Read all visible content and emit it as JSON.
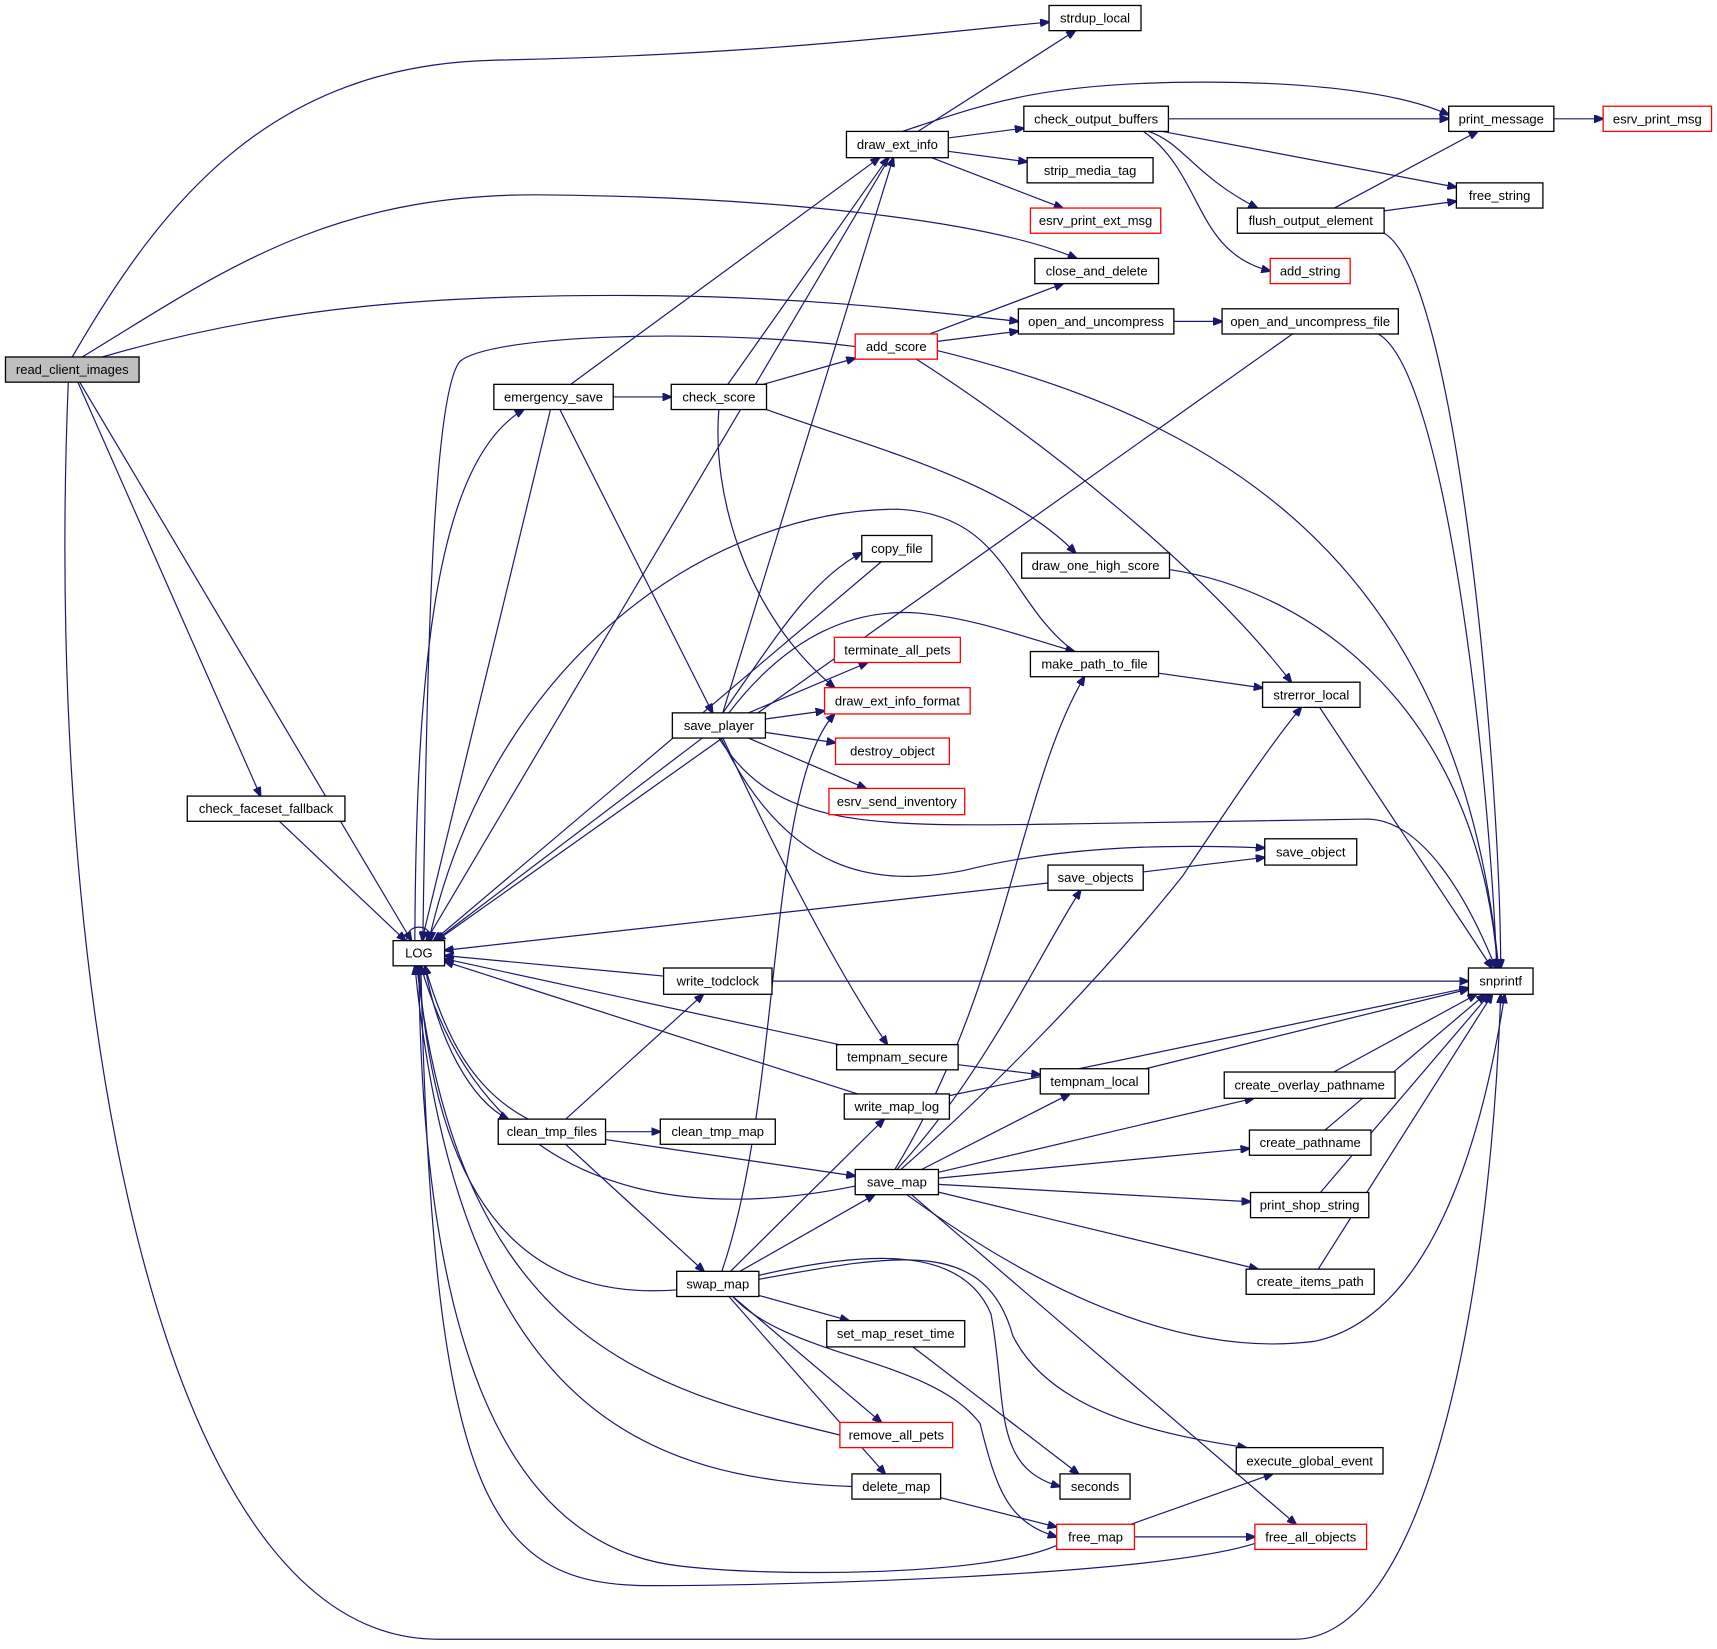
{
  "graph": {
    "type": "call-graph",
    "root": "read_client_images",
    "colors": {
      "edge": "#191970",
      "node_border": "#000000",
      "undocumented_border": "#ff0000",
      "root_fill": "#bfbfbf",
      "node_fill": "#ffffff"
    },
    "nodes": [
      {
        "id": "read_client_images",
        "label": "read_client_images",
        "style": "root"
      },
      {
        "id": "strdup_local",
        "label": "strdup_local",
        "style": "normal"
      },
      {
        "id": "draw_ext_info",
        "label": "draw_ext_info",
        "style": "normal"
      },
      {
        "id": "check_output_buffers",
        "label": "check_output_buffers",
        "style": "normal"
      },
      {
        "id": "print_message",
        "label": "print_message",
        "style": "normal"
      },
      {
        "id": "esrv_print_msg",
        "label": "esrv_print_msg",
        "style": "red"
      },
      {
        "id": "strip_media_tag",
        "label": "strip_media_tag",
        "style": "normal"
      },
      {
        "id": "esrv_print_ext_msg",
        "label": "esrv_print_ext_msg",
        "style": "red"
      },
      {
        "id": "free_string",
        "label": "free_string",
        "style": "normal"
      },
      {
        "id": "flush_output_element",
        "label": "flush_output_element",
        "style": "normal"
      },
      {
        "id": "add_string",
        "label": "add_string",
        "style": "red"
      },
      {
        "id": "close_and_delete",
        "label": "close_and_delete",
        "style": "normal"
      },
      {
        "id": "open_and_uncompress",
        "label": "open_and_uncompress",
        "style": "normal"
      },
      {
        "id": "open_and_uncompress_file",
        "label": "open_and_uncompress_file",
        "style": "normal"
      },
      {
        "id": "add_score",
        "label": "add_score",
        "style": "red"
      },
      {
        "id": "emergency_save",
        "label": "emergency_save",
        "style": "normal"
      },
      {
        "id": "check_score",
        "label": "check_score",
        "style": "normal"
      },
      {
        "id": "copy_file",
        "label": "copy_file",
        "style": "normal"
      },
      {
        "id": "draw_one_high_score",
        "label": "draw_one_high_score",
        "style": "normal"
      },
      {
        "id": "terminate_all_pets",
        "label": "terminate_all_pets",
        "style": "red"
      },
      {
        "id": "make_path_to_file",
        "label": "make_path_to_file",
        "style": "normal"
      },
      {
        "id": "draw_ext_info_format",
        "label": "draw_ext_info_format",
        "style": "red"
      },
      {
        "id": "strerror_local",
        "label": "strerror_local",
        "style": "normal"
      },
      {
        "id": "save_player",
        "label": "save_player",
        "style": "normal"
      },
      {
        "id": "destroy_object",
        "label": "destroy_object",
        "style": "red"
      },
      {
        "id": "esrv_send_inventory",
        "label": "esrv_send_inventory",
        "style": "red"
      },
      {
        "id": "check_faceset_fallback",
        "label": "check_faceset_fallback",
        "style": "normal"
      },
      {
        "id": "save_object",
        "label": "save_object",
        "style": "normal"
      },
      {
        "id": "save_objects",
        "label": "save_objects",
        "style": "normal"
      },
      {
        "id": "LOG",
        "label": "LOG",
        "style": "normal"
      },
      {
        "id": "snprintf",
        "label": "snprintf",
        "style": "normal"
      },
      {
        "id": "write_todclock",
        "label": "write_todclock",
        "style": "normal"
      },
      {
        "id": "tempnam_secure",
        "label": "tempnam_secure",
        "style": "normal"
      },
      {
        "id": "tempnam_local",
        "label": "tempnam_local",
        "style": "normal"
      },
      {
        "id": "create_overlay_pathname",
        "label": "create_overlay_pathname",
        "style": "normal"
      },
      {
        "id": "write_map_log",
        "label": "write_map_log",
        "style": "normal"
      },
      {
        "id": "clean_tmp_files",
        "label": "clean_tmp_files",
        "style": "normal"
      },
      {
        "id": "clean_tmp_map",
        "label": "clean_tmp_map",
        "style": "normal"
      },
      {
        "id": "create_pathname",
        "label": "create_pathname",
        "style": "normal"
      },
      {
        "id": "save_map",
        "label": "save_map",
        "style": "normal"
      },
      {
        "id": "print_shop_string",
        "label": "print_shop_string",
        "style": "normal"
      },
      {
        "id": "create_items_path",
        "label": "create_items_path",
        "style": "normal"
      },
      {
        "id": "swap_map",
        "label": "swap_map",
        "style": "normal"
      },
      {
        "id": "set_map_reset_time",
        "label": "set_map_reset_time",
        "style": "normal"
      },
      {
        "id": "remove_all_pets",
        "label": "remove_all_pets",
        "style": "red"
      },
      {
        "id": "execute_global_event",
        "label": "execute_global_event",
        "style": "normal"
      },
      {
        "id": "delete_map",
        "label": "delete_map",
        "style": "normal"
      },
      {
        "id": "seconds",
        "label": "seconds",
        "style": "normal"
      },
      {
        "id": "free_map",
        "label": "free_map",
        "style": "red"
      },
      {
        "id": "free_all_objects",
        "label": "free_all_objects",
        "style": "red"
      }
    ],
    "edges": [
      [
        "read_client_images",
        "strdup_local"
      ],
      [
        "read_client_images",
        "close_and_delete"
      ],
      [
        "read_client_images",
        "open_and_uncompress"
      ],
      [
        "read_client_images",
        "LOG"
      ],
      [
        "read_client_images",
        "check_faceset_fallback"
      ],
      [
        "read_client_images",
        "snprintf"
      ],
      [
        "check_faceset_fallback",
        "LOG"
      ],
      [
        "draw_ext_info",
        "strdup_local"
      ],
      [
        "draw_ext_info",
        "print_message"
      ],
      [
        "draw_ext_info",
        "check_output_buffers"
      ],
      [
        "draw_ext_info",
        "strip_media_tag"
      ],
      [
        "draw_ext_info",
        "esrv_print_ext_msg"
      ],
      [
        "draw_ext_info",
        "LOG"
      ],
      [
        "check_output_buffers",
        "print_message"
      ],
      [
        "check_output_buffers",
        "free_string"
      ],
      [
        "check_output_buffers",
        "flush_output_element"
      ],
      [
        "check_output_buffers",
        "add_string"
      ],
      [
        "print_message",
        "esrv_print_msg"
      ],
      [
        "flush_output_element",
        "print_message"
      ],
      [
        "flush_output_element",
        "free_string"
      ],
      [
        "flush_output_element",
        "snprintf"
      ],
      [
        "open_and_uncompress",
        "open_and_uncompress_file"
      ],
      [
        "open_and_uncompress_file",
        "LOG"
      ],
      [
        "open_and_uncompress_file",
        "snprintf"
      ],
      [
        "add_score",
        "close_and_delete"
      ],
      [
        "add_score",
        "open_and_uncompress"
      ],
      [
        "add_score",
        "LOG"
      ],
      [
        "add_score",
        "strerror_local"
      ],
      [
        "add_score",
        "snprintf"
      ],
      [
        "emergency_save",
        "draw_ext_info"
      ],
      [
        "emergency_save",
        "check_score"
      ],
      [
        "emergency_save",
        "save_player"
      ],
      [
        "emergency_save",
        "LOG"
      ],
      [
        "check_score",
        "draw_ext_info"
      ],
      [
        "check_score",
        "add_score"
      ],
      [
        "check_score",
        "draw_one_high_score"
      ],
      [
        "check_score",
        "draw_ext_info_format"
      ],
      [
        "draw_one_high_score",
        "snprintf"
      ],
      [
        "save_player",
        "draw_ext_info"
      ],
      [
        "save_player",
        "copy_file"
      ],
      [
        "save_player",
        "terminate_all_pets"
      ],
      [
        "save_player",
        "draw_ext_info_format"
      ],
      [
        "save_player",
        "destroy_object"
      ],
      [
        "save_player",
        "esrv_send_inventory"
      ],
      [
        "save_player",
        "make_path_to_file"
      ],
      [
        "save_player",
        "save_object"
      ],
      [
        "save_player",
        "snprintf"
      ],
      [
        "save_player",
        "tempnam_secure"
      ],
      [
        "save_player",
        "LOG"
      ],
      [
        "copy_file",
        "LOG"
      ],
      [
        "make_path_to_file",
        "LOG"
      ],
      [
        "make_path_to_file",
        "strerror_local"
      ],
      [
        "strerror_local",
        "snprintf"
      ],
      [
        "save_objects",
        "save_object"
      ],
      [
        "save_objects",
        "LOG"
      ],
      [
        "write_todclock",
        "LOG"
      ],
      [
        "write_todclock",
        "snprintf"
      ],
      [
        "tempnam_secure",
        "LOG"
      ],
      [
        "tempnam_secure",
        "tempnam_local"
      ],
      [
        "tempnam_local",
        "snprintf"
      ],
      [
        "write_map_log",
        "LOG"
      ],
      [
        "write_map_log",
        "snprintf"
      ],
      [
        "clean_tmp_files",
        "LOG"
      ],
      [
        "clean_tmp_files",
        "write_todclock"
      ],
      [
        "clean_tmp_files",
        "clean_tmp_map"
      ],
      [
        "clean_tmp_files",
        "save_map"
      ],
      [
        "clean_tmp_files",
        "swap_map"
      ],
      [
        "LOG",
        "emergency_save"
      ],
      [
        "LOG",
        "clean_tmp_files"
      ],
      [
        "LOG",
        "LOG"
      ],
      [
        "save_map",
        "LOG"
      ],
      [
        "save_map",
        "make_path_to_file"
      ],
      [
        "save_map",
        "save_objects"
      ],
      [
        "save_map",
        "strerror_local"
      ],
      [
        "save_map",
        "tempnam_local"
      ],
      [
        "save_map",
        "create_overlay_pathname"
      ],
      [
        "save_map",
        "create_pathname"
      ],
      [
        "save_map",
        "print_shop_string"
      ],
      [
        "save_map",
        "create_items_path"
      ],
      [
        "save_map",
        "snprintf"
      ],
      [
        "save_map",
        "free_all_objects"
      ],
      [
        "create_overlay_pathname",
        "snprintf"
      ],
      [
        "create_pathname",
        "snprintf"
      ],
      [
        "print_shop_string",
        "snprintf"
      ],
      [
        "create_items_path",
        "snprintf"
      ],
      [
        "swap_map",
        "LOG"
      ],
      [
        "swap_map",
        "draw_ext_info_format"
      ],
      [
        "swap_map",
        "write_map_log"
      ],
      [
        "swap_map",
        "save_map"
      ],
      [
        "swap_map",
        "set_map_reset_time"
      ],
      [
        "swap_map",
        "remove_all_pets"
      ],
      [
        "swap_map",
        "delete_map"
      ],
      [
        "swap_map",
        "seconds"
      ],
      [
        "swap_map",
        "execute_global_event"
      ],
      [
        "swap_map",
        "free_map"
      ],
      [
        "set_map_reset_time",
        "seconds"
      ],
      [
        "remove_all_pets",
        "LOG"
      ],
      [
        "delete_map",
        "LOG"
      ],
      [
        "delete_map",
        "free_map"
      ],
      [
        "free_map",
        "LOG"
      ],
      [
        "free_map",
        "execute_global_event"
      ],
      [
        "free_map",
        "free_all_objects"
      ],
      [
        "free_all_objects",
        "LOG"
      ]
    ]
  }
}
